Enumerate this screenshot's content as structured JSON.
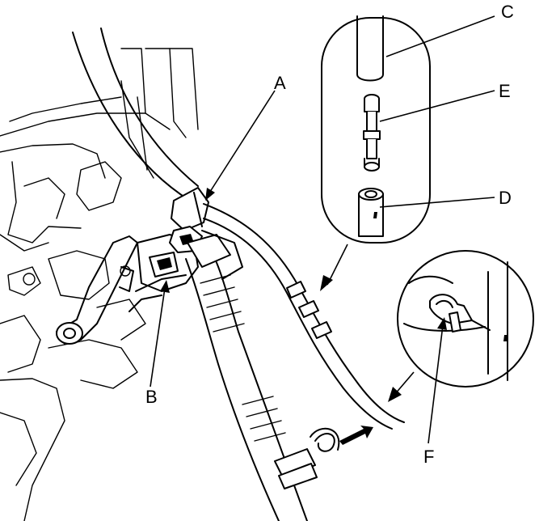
{
  "callouts": {
    "a": "A",
    "b": "B",
    "c": "C",
    "d": "D",
    "e": "E",
    "f": "F"
  },
  "colors": {
    "line": "#000000",
    "background": "#ffffff"
  }
}
